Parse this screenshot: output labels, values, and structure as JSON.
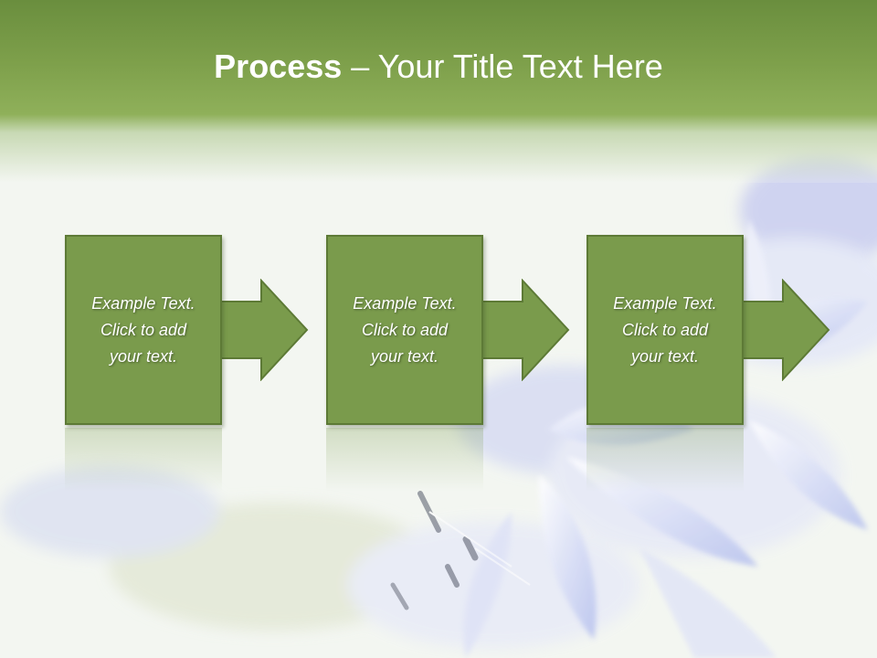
{
  "slide": {
    "title_bold": "Process",
    "title_rest": " – Your Title Text Here",
    "steps": [
      {
        "text": "Example Text.\nClick  to add\nyour text."
      },
      {
        "text": "Example Text.\nClick  to add\nyour text."
      },
      {
        "text": "Example Text.\nClick  to add\nyour text."
      }
    ]
  },
  "colors": {
    "title_band": "#7ea04b",
    "box_fill": "#7a9b4c",
    "box_border": "#5d7a36",
    "text": "#ffffff"
  }
}
